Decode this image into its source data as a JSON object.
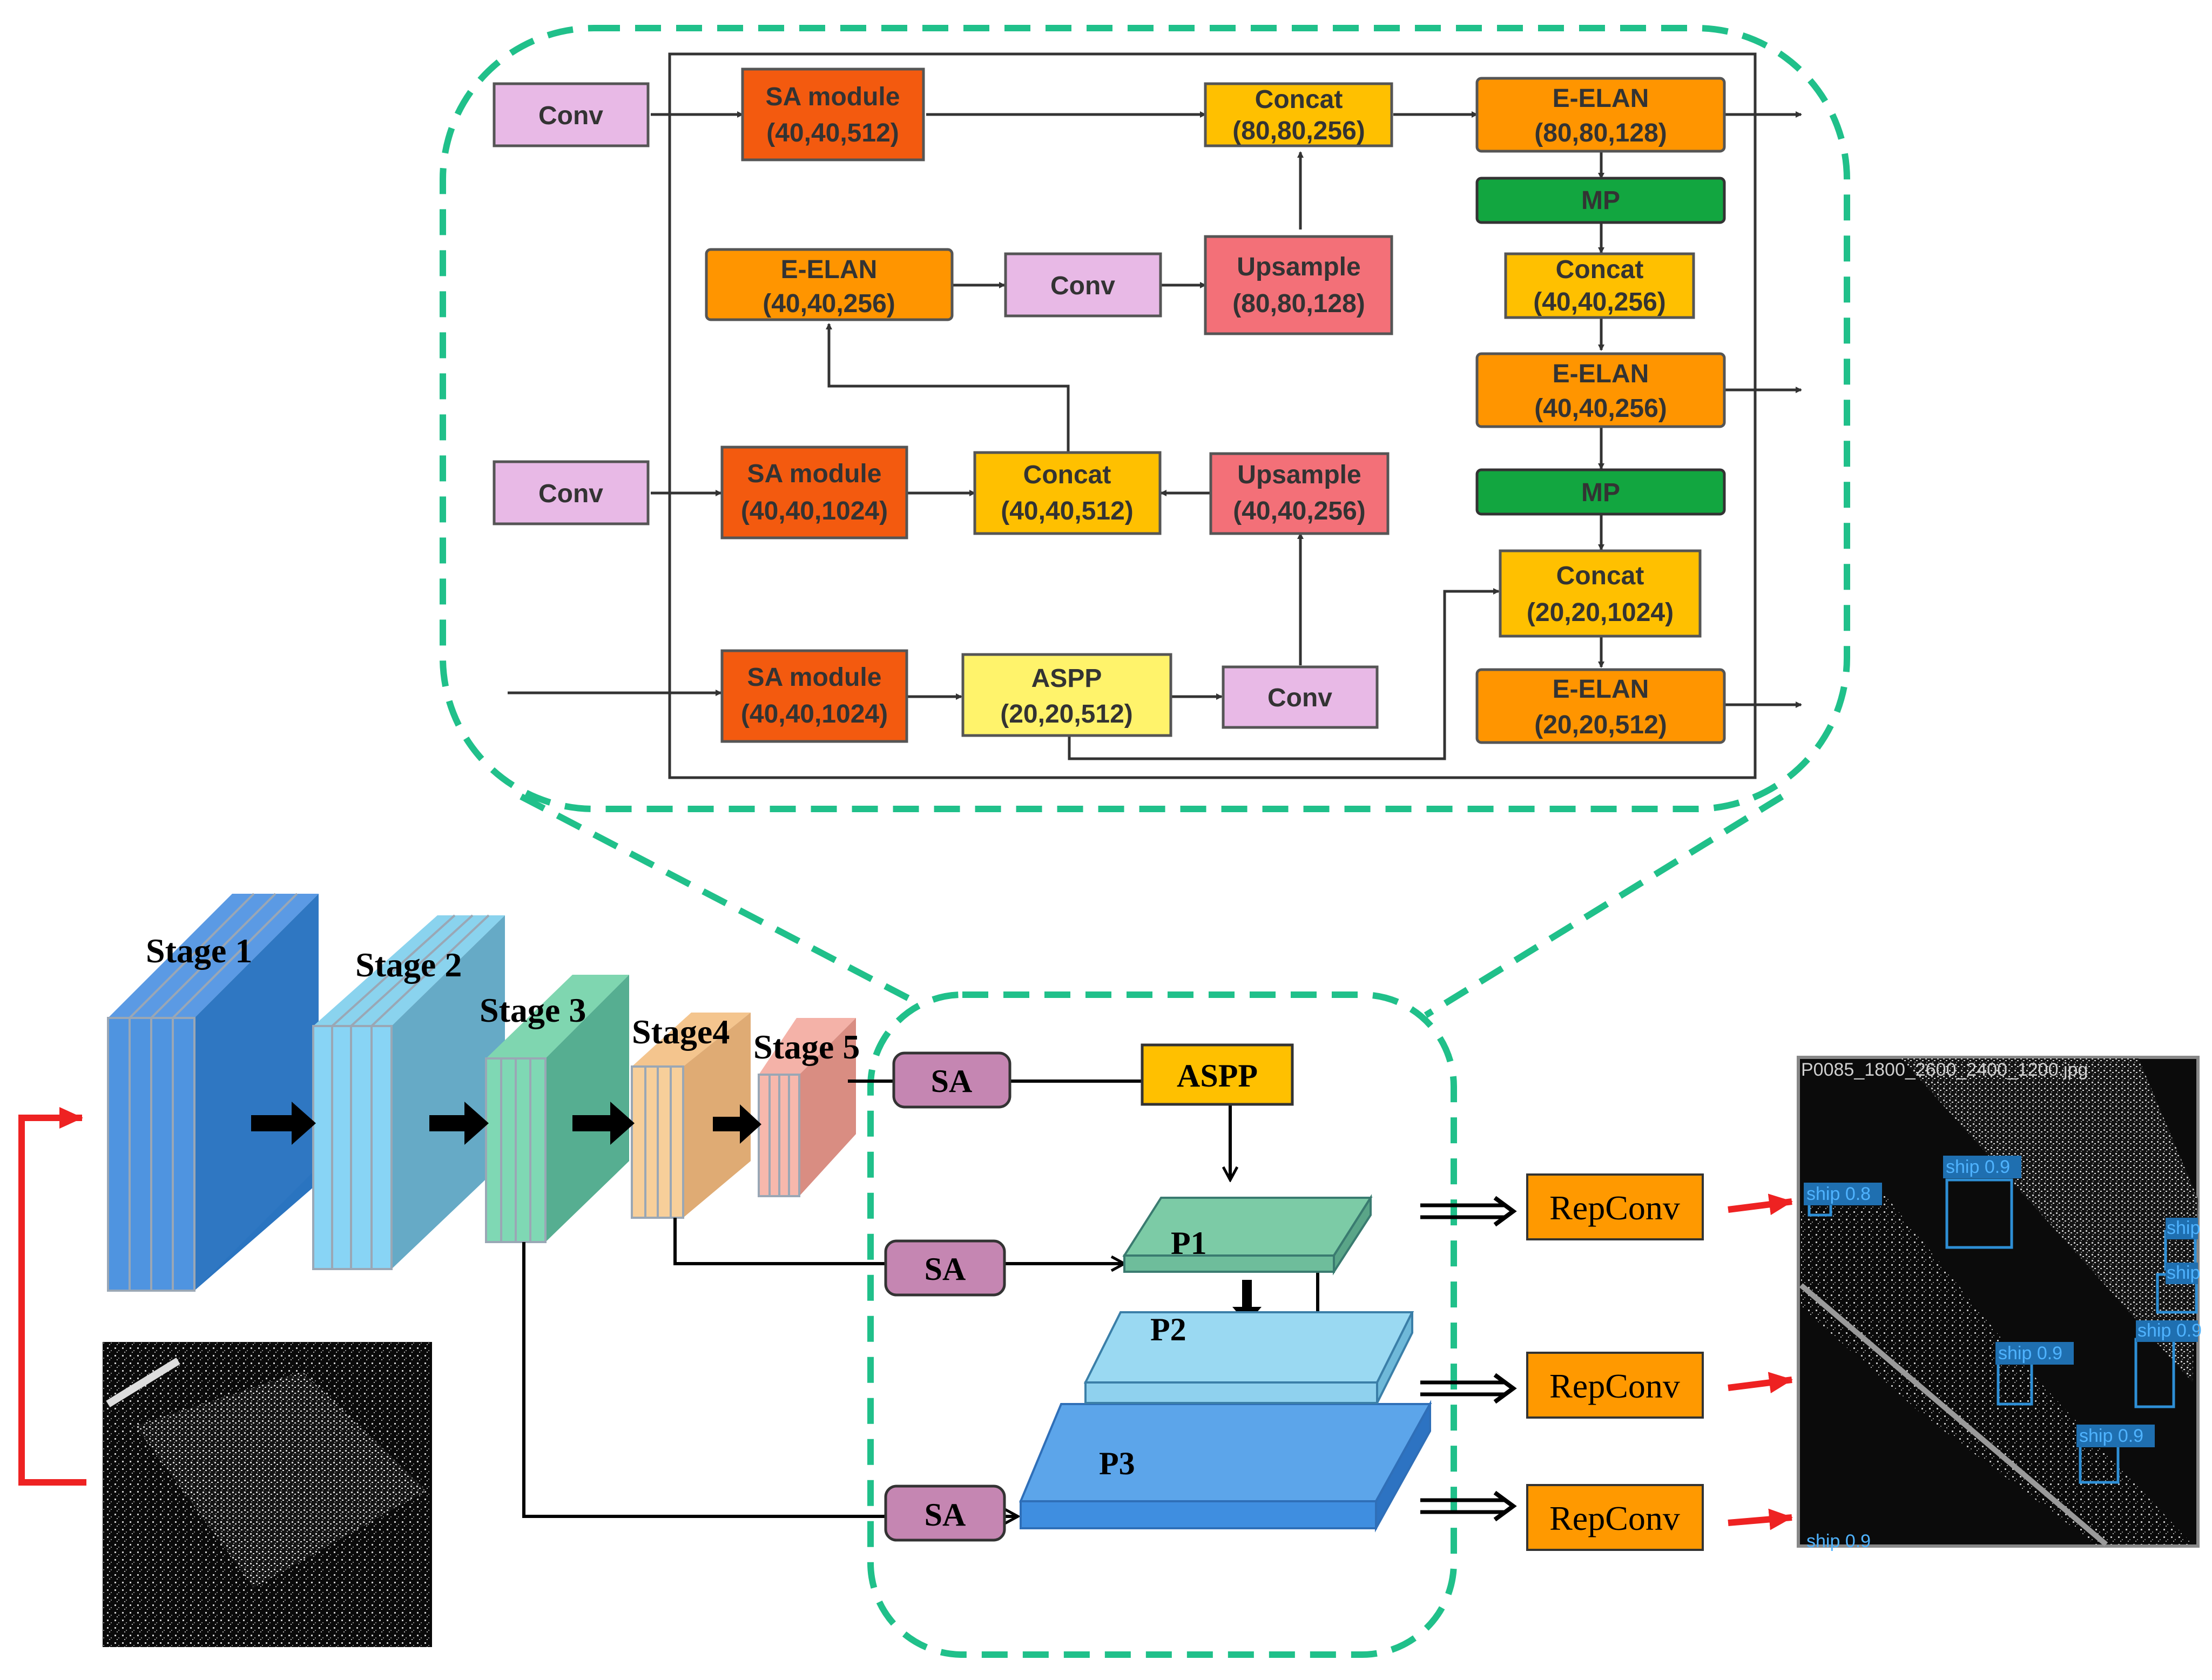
{
  "colors": {
    "conv": "#e8b9e6",
    "sa_module": "#f35a0f",
    "concat": "#ffc000",
    "eelan": "#ff9500",
    "mp": "#12a640",
    "upsample": "#f37078",
    "aspp_top": "#fff36b",
    "aspp_bottom": "#ffc000",
    "sa_pill": "#c586b2",
    "repconv": "#ff9900",
    "dashed": "#20c08a",
    "arrow_red": "#ee2222",
    "p1": "#7ccba6",
    "p2": "#97d6ef",
    "p3": "#5ca5ea"
  },
  "top_panel": {
    "conv_1": "Conv",
    "sa_module_1": {
      "title": "SA module",
      "dims": "(40,40,512)"
    },
    "concat_1": {
      "title": "Concat",
      "dims": "(80,80,256)"
    },
    "eelan_1": {
      "title": "E-ELAN",
      "dims": "(80,80,128)"
    },
    "mp_1": "MP",
    "eelan_2": {
      "title": "E-ELAN",
      "dims": "(40,40,256)"
    },
    "conv_2": "Conv",
    "upsample_1": {
      "title": "Upsample",
      "dims": "(80,80,128)"
    },
    "concat_2": {
      "title": "Concat",
      "dims": "(40,40,256)"
    },
    "eelan_3": {
      "title": "E-ELAN",
      "dims": "(40,40,256)"
    },
    "conv_3": "Conv",
    "sa_module_2": {
      "title": "SA module",
      "dims": "(40,40,1024)"
    },
    "concat_3": {
      "title": "Concat",
      "dims": "(40,40,512)"
    },
    "upsample_2": {
      "title": "Upsample",
      "dims": "(40,40,256)"
    },
    "mp_2": "MP",
    "concat_4": {
      "title": "Concat",
      "dims": "(20,20,1024)"
    },
    "sa_module_3": {
      "title": "SA module",
      "dims": "(40,40,1024)"
    },
    "aspp": {
      "title": "ASPP",
      "dims": "(20,20,512)"
    },
    "conv_4": "Conv",
    "eelan_4": {
      "title": "E-ELAN",
      "dims": "(20,20,512)"
    }
  },
  "bottom": {
    "stages": [
      "Stage 1",
      "Stage 2",
      "Stage 3",
      "Stage4",
      "Stage 5"
    ],
    "sa_label": "SA",
    "aspp_label": "ASPP",
    "pyramid": [
      "P1",
      "P2",
      "P3"
    ],
    "repconv": "RepConv",
    "result": {
      "filename": "P0085_1800_2600_2400_1200.jpg",
      "detections": [
        "ship 0.8",
        "ship 0.9",
        "ship 0.9",
        "ship 0.9",
        "ship",
        "ship",
        "ship 0.9",
        "ship 0.9"
      ]
    }
  }
}
